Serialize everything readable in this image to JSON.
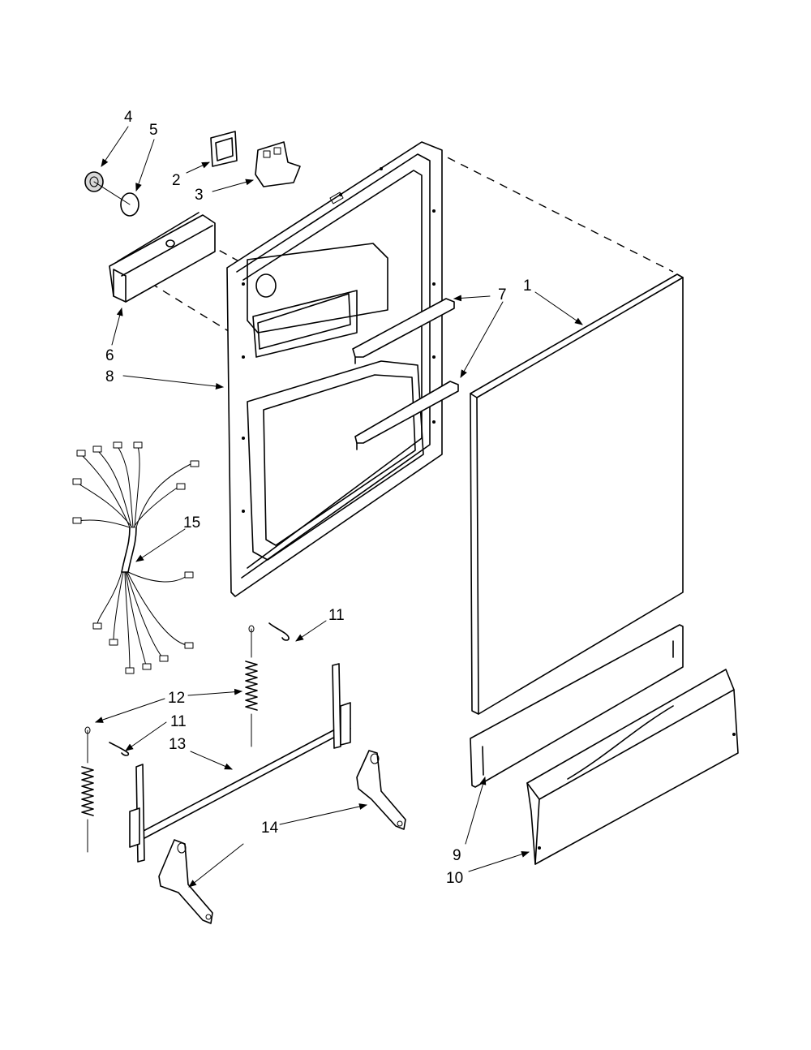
{
  "callouts": [
    {
      "id": "1",
      "text": "1"
    },
    {
      "id": "2",
      "text": "2"
    },
    {
      "id": "3",
      "text": "3"
    },
    {
      "id": "4",
      "text": "4"
    },
    {
      "id": "5",
      "text": "5"
    },
    {
      "id": "6",
      "text": "6"
    },
    {
      "id": "7",
      "text": "7"
    },
    {
      "id": "8",
      "text": "8"
    },
    {
      "id": "9",
      "text": "9"
    },
    {
      "id": "10",
      "text": "10"
    },
    {
      "id": "11a",
      "text": "11"
    },
    {
      "id": "11b",
      "text": "11"
    },
    {
      "id": "12",
      "text": "12"
    },
    {
      "id": "13",
      "text": "13"
    },
    {
      "id": "14",
      "text": "14"
    },
    {
      "id": "15",
      "text": "15"
    }
  ]
}
